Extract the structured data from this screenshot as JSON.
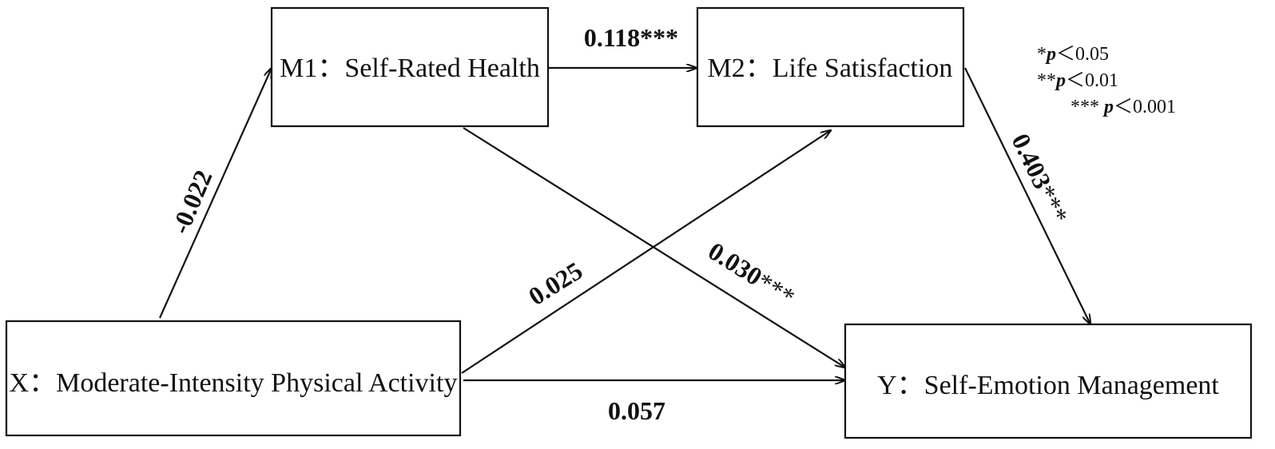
{
  "nodes": {
    "x": "X：Moderate-Intensity Physical Activity",
    "m1": "M1：Self-Rated Health",
    "m2": "M2：Life Satisfaction",
    "y": "Y：Self-Emotion Management"
  },
  "paths": {
    "x_m1": {
      "value": "-0.022",
      "stars": ""
    },
    "m1_m2": {
      "value": "0.118",
      "stars": "***"
    },
    "m2_y": {
      "value": "0.403",
      "stars": "***"
    },
    "m1_y": {
      "value": "0.030",
      "stars": "***"
    },
    "x_m2": {
      "value": "0.025",
      "stars": ""
    },
    "x_y": {
      "value": "0.057",
      "stars": ""
    }
  },
  "legend": [
    {
      "stars": "*",
      "p": "p",
      "rest": "＜0.05"
    },
    {
      "stars": "**",
      "p": "p",
      "rest": "＜0.01"
    },
    {
      "stars": "*** ",
      "p": "p",
      "rest": "＜0.001"
    }
  ]
}
